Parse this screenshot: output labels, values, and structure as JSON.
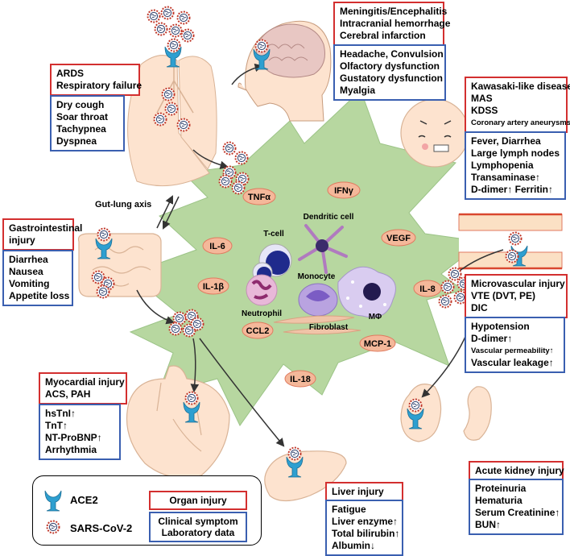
{
  "cytokines": [
    "TNFα",
    "IFNγ",
    "IL-6",
    "VEGF",
    "IL-1β",
    "IL-8",
    "CCL2",
    "MCP-1",
    "IL-18"
  ],
  "cells": [
    "T-cell",
    "Dendritic cell",
    "Monocyte",
    "Neutrophil",
    "MΦ",
    "Fibroblast"
  ],
  "gut_lung_axis": "Gut-lung axis",
  "brain": {
    "injury": [
      "Meningitis/Encephalitis",
      "Intracranial hemorrhage",
      "Cerebral infarction"
    ],
    "symptoms": [
      "Headache, Convulsion",
      "Olfactory dysfunction",
      "Gustatory dysfunction",
      "Myalgia"
    ]
  },
  "lung": {
    "injury": [
      "ARDS",
      "Respiratory failure"
    ],
    "symptoms": [
      "Dry cough",
      "Soar throat",
      "Tachypnea",
      "Dyspnea"
    ]
  },
  "child": {
    "injury": [
      "Kawasaki-like disease",
      "MAS",
      "KDSS"
    ],
    "injury_small": "Coronary artery aneurysms",
    "symptoms": [
      "Fever, Diarrhea",
      "Large lymph nodes",
      "Lymphopenia",
      "Transaminase↑",
      "D-dimer↑ Ferritin↑"
    ]
  },
  "gi": {
    "injury": [
      "Gastrointestinal",
      "injury"
    ],
    "symptoms": [
      "Diarrhea",
      "Nausea",
      "Vomiting",
      "Appetite loss"
    ]
  },
  "vascular": {
    "injury": [
      "Microvascular injury",
      "VTE (DVT, PE)",
      "DIC"
    ],
    "symptoms": [
      "Hypotension",
      "D-dimer↑"
    ],
    "symptoms_small": "Vascular permeability↑",
    "symptoms_last": "Vascular leakage↑"
  },
  "heart": {
    "injury": [
      "Myocardial injury",
      "ACS, PAH"
    ],
    "symptoms": [
      "hsTnI↑",
      "TnT↑",
      "NT-ProBNP↑",
      "Arrhythmia"
    ]
  },
  "liver": {
    "injury": [
      "Liver injury"
    ],
    "symptoms": [
      "Fatigue",
      "Liver enzyme↑",
      "Total bilirubin↑",
      "Albumin↓"
    ]
  },
  "kidney": {
    "injury": [
      "Acute kidney injury"
    ],
    "symptoms": [
      "Proteinuria",
      "Hematuria",
      "Serum Creatinine↑",
      "BUN↑"
    ]
  },
  "legend": {
    "ace2": "ACE2",
    "virus": "SARS-CoV-2",
    "organ_injury": "Organ injury",
    "clinical": [
      "Clinical symptom",
      "Laboratory data"
    ]
  },
  "colors": {
    "injury_border": "#d32f2f",
    "symptom_border": "#3a5fb0",
    "storm_fill": "#b7d7a0",
    "cytokine_fill": "#f4b89a",
    "organ_fill": "#fde3cf",
    "ace2": "#2e9fd0"
  }
}
